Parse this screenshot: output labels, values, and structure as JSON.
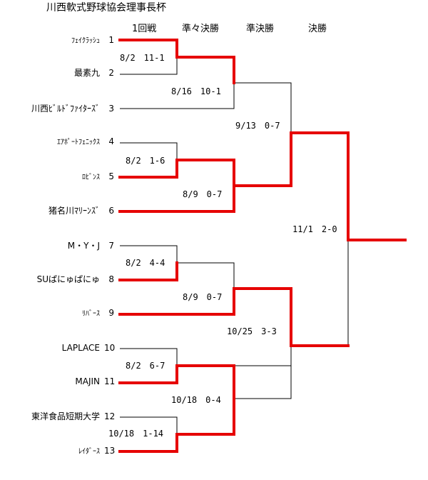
{
  "title": "川西軟式野球協会理事長杯",
  "rounds": [
    "1回戦",
    "準々決勝",
    "準決勝",
    "決勝"
  ],
  "teams": [
    {
      "name": "ﾌｪｲｸﾗｯｼｭ",
      "seed": "1"
    },
    {
      "name": "最素九",
      "seed": "2"
    },
    {
      "name": "川西ﾋﾞﾙﾄﾞﾌｧｲﾀｰｽﾞ",
      "seed": "3"
    },
    {
      "name": "ｴｱﾎﾟｰﾄﾌｪﾆｯｸｽ",
      "seed": "4"
    },
    {
      "name": "ﾛﾋﾞﾝｽ",
      "seed": "5"
    },
    {
      "name": "猪名川ﾏﾘｰﾝｽﾞ",
      "seed": "6"
    },
    {
      "name": "M・Y・J",
      "seed": "7"
    },
    {
      "name": "SUぱにゅぱにゅ",
      "seed": "8"
    },
    {
      "name": "ﾘﾊﾞｰｽ",
      "seed": "9"
    },
    {
      "name": "LAPLACE",
      "seed": "10"
    },
    {
      "name": "MAJIN",
      "seed": "11"
    },
    {
      "name": "東洋食品短期大学",
      "seed": "12"
    },
    {
      "name": "ﾚｲﾀﾞｰｽ",
      "seed": "13"
    }
  ],
  "results": {
    "r1_1_2": "8/2　11-1",
    "r1_4_5": "8/2　1-6",
    "r1_7_8": "8/2　4-4",
    "r1_10_11": "8/2　6-7",
    "r1_12_13": "10/18　1-14",
    "qf_a": "8/16　10-1",
    "qf_b": "8/9　0-7",
    "qf_c": "8/9　0-7",
    "qf_d": "10/18　0-4",
    "sf_a": "9/13　0-7",
    "sf_b": "10/25　3-3",
    "final": "11/1　2-0"
  },
  "colors": {
    "winner_line": "#e60000",
    "line": "#000000"
  }
}
